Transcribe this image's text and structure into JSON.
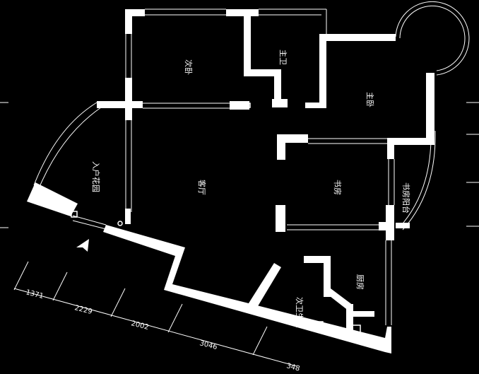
{
  "rooms": {
    "second_bedroom": "次卧",
    "master_bath": "主卫",
    "master_bedroom": "主卧",
    "entry_garden": "入户花园",
    "living_room": "客厅",
    "study": "书房",
    "study_balcony": "书房阳台",
    "kitchen": "厨房",
    "second_bath": "次卫生间"
  },
  "dimensions": [
    "1371",
    "2229",
    "2002",
    "3046",
    "348"
  ]
}
